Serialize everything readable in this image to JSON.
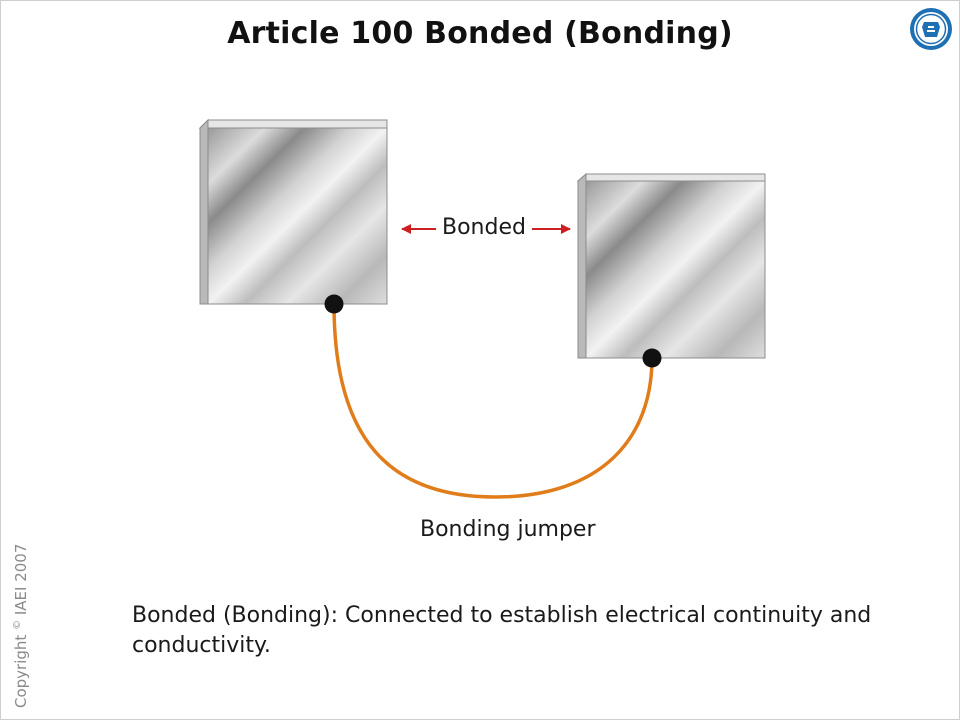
{
  "title": "Article 100 Bonded (Bonding)",
  "logo": {
    "icon": "iaei-emblem-icon"
  },
  "copyright": {
    "prefix": "Copyright",
    "symbol": "©",
    "suffix": "IAEI 2007"
  },
  "diagram": {
    "bonded_label": "Bonded",
    "jumper_label": "Bonding jumper",
    "colors": {
      "arrow": "#cc2020",
      "jumper": "#e07d1a",
      "node": "#111111"
    }
  },
  "definition": "Bonded (Bonding): Connected to establish electrical continuity and conductivity."
}
